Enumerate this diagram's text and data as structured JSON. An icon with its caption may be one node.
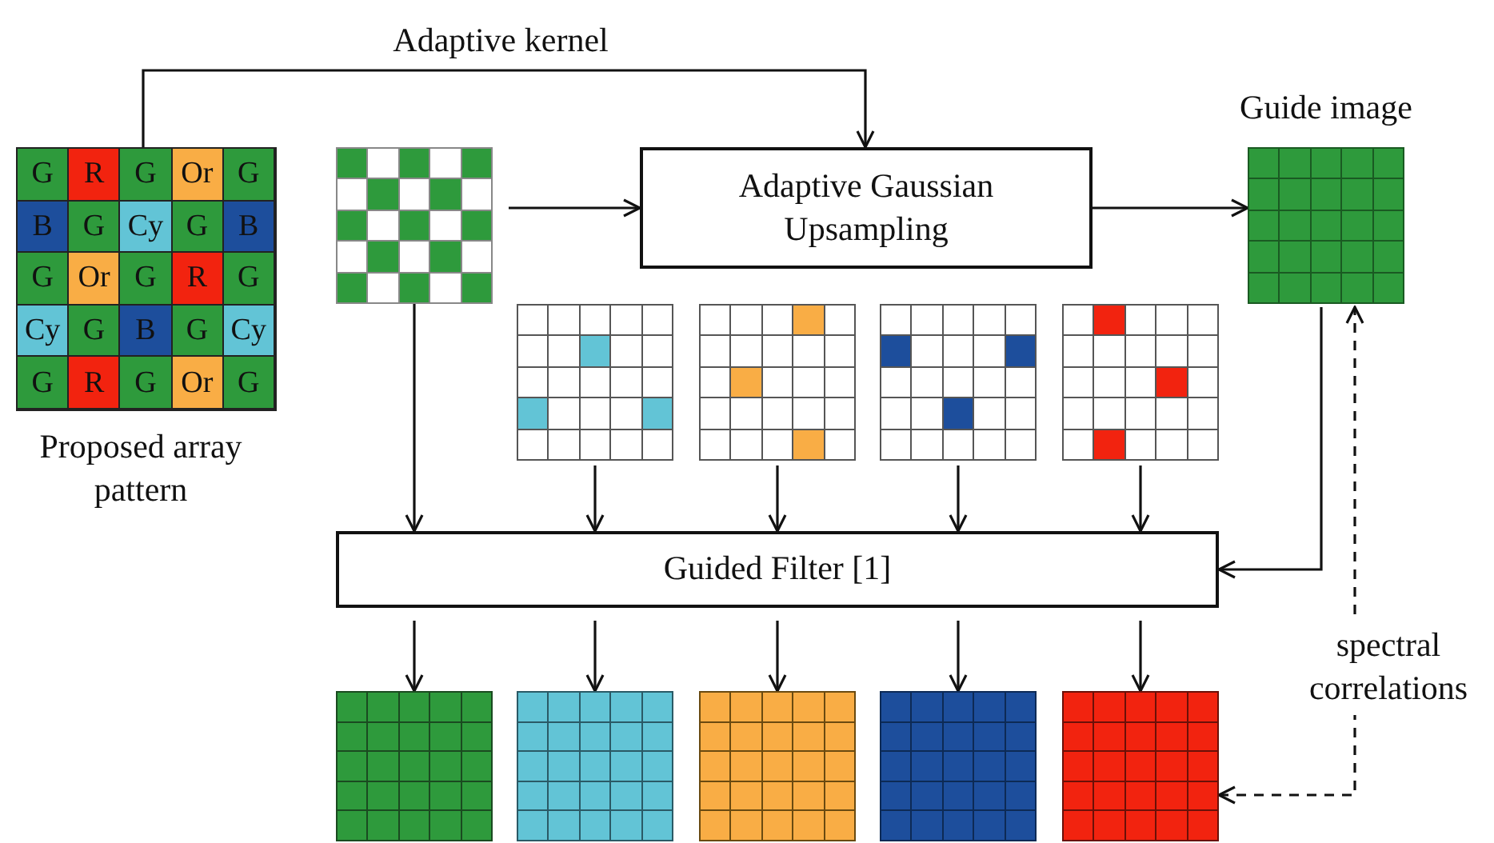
{
  "diagram": {
    "nodes": [
      {
        "text": [],
        "shape": "picture",
        "beside": [
          "Proposed array pattern"
        ]
      },
      {
        "text": [],
        "shape": "picture"
      },
      {
        "text": [
          "Adaptive Gaussian Upsampling"
        ]
      },
      {
        "text": [],
        "shape": "picture",
        "beside": [
          "Guide image"
        ]
      },
      {
        "text": [],
        "shape": "picture"
      },
      {
        "text": [],
        "shape": "picture"
      },
      {
        "text": [],
        "shape": "picture"
      },
      {
        "text": [],
        "shape": "picture"
      },
      {
        "text": [
          "Guided Filter [1]"
        ]
      },
      {
        "text": [],
        "shape": "picture"
      },
      {
        "text": [],
        "shape": "picture"
      },
      {
        "text": [],
        "shape": "picture"
      },
      {
        "text": [],
        "shape": "picture"
      },
      {
        "text": [],
        "shape": "picture"
      }
    ],
    "edges": [
      {
        "from": 0,
        "to": 2,
        "arrow": "to",
        "label": "Adaptive kernel"
      },
      {
        "from": 1,
        "to": 2,
        "arrow": "to"
      },
      {
        "from": 2,
        "to": 3,
        "arrow": "to"
      },
      {
        "from": 1,
        "to": 8,
        "arrow": "to"
      },
      {
        "from": 4,
        "to": 8,
        "arrow": "to"
      },
      {
        "from": 5,
        "to": 8,
        "arrow": "to"
      },
      {
        "from": 6,
        "to": 8,
        "arrow": "to"
      },
      {
        "from": 7,
        "to": 8,
        "arrow": "to"
      },
      {
        "from": 3,
        "to": 8,
        "arrow": "to"
      },
      {
        "from": 8,
        "to": 9,
        "arrow": "to"
      },
      {
        "from": 8,
        "to": 10,
        "arrow": "to"
      },
      {
        "from": 8,
        "to": 11,
        "arrow": "to"
      },
      {
        "from": 8,
        "to": 12,
        "arrow": "to"
      },
      {
        "from": 8,
        "to": 13,
        "arrow": "to"
      },
      {
        "from": 13,
        "to": 3,
        "arrow": "both",
        "style": "dashed",
        "label": "spectral correlations"
      }
    ],
    "labels": [
      "G",
      "R",
      "G",
      "Or",
      "G",
      "B",
      "G",
      "Cy",
      "G",
      "B",
      "G",
      "Or",
      "G",
      "R",
      "G",
      "Cy",
      "G",
      "B",
      "G",
      "Cy",
      "G",
      "R",
      "G",
      "Or",
      "G"
    ]
  }
}
